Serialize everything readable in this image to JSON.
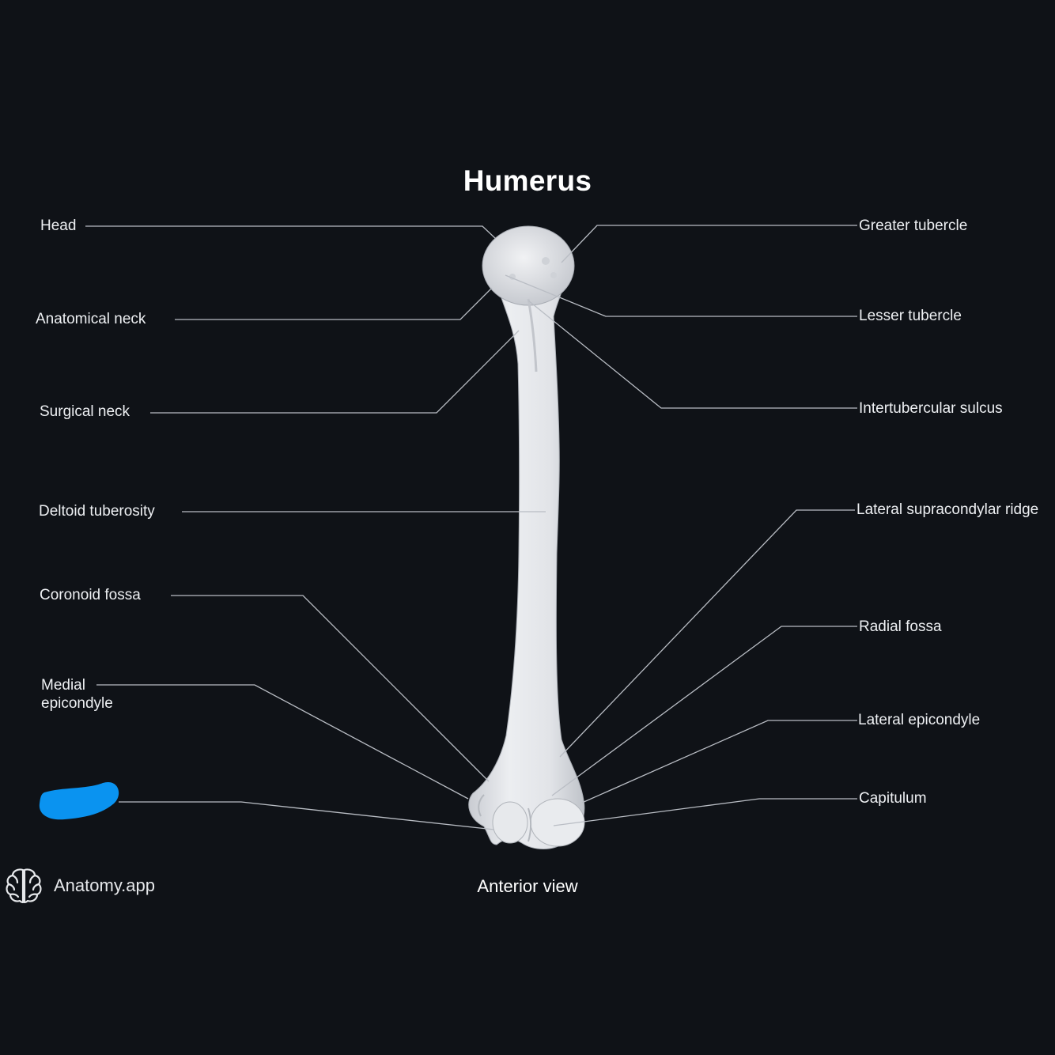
{
  "title": "Humerus",
  "view_caption": "Anterior view",
  "brand": {
    "name": "Anatomy.app",
    "icon": "brain-icon"
  },
  "labels_left": [
    {
      "id": "head",
      "text": "Head"
    },
    {
      "id": "anatomical-neck",
      "text": "Anatomical neck"
    },
    {
      "id": "surgical-neck",
      "text": "Surgical neck"
    },
    {
      "id": "deltoid-tuberosity",
      "text": "Deltoid tuberosity"
    },
    {
      "id": "coronoid-fossa",
      "text": "Coronoid fossa"
    },
    {
      "id": "medial-epicondyle",
      "text": "Medial epicondyle"
    }
  ],
  "labels_right": [
    {
      "id": "greater-tubercle",
      "text": "Greater tubercle"
    },
    {
      "id": "lesser-tubercle",
      "text": "Lesser tubercle"
    },
    {
      "id": "intertubercular-sulcus",
      "text": "Intertubercular sulcus"
    },
    {
      "id": "lateral-supracondylar-ridge",
      "text": "Lateral supracondylar ridge"
    },
    {
      "id": "radial-fossa",
      "text": "Radial fossa"
    },
    {
      "id": "lateral-epicondyle",
      "text": "Lateral epicondyle"
    },
    {
      "id": "capitulum",
      "text": "Capitulum"
    }
  ],
  "colors": {
    "background": "#0f1217",
    "bone": "#e4e6ea",
    "leader_line": "#b9bdc4",
    "redaction": "#0a93f0"
  }
}
